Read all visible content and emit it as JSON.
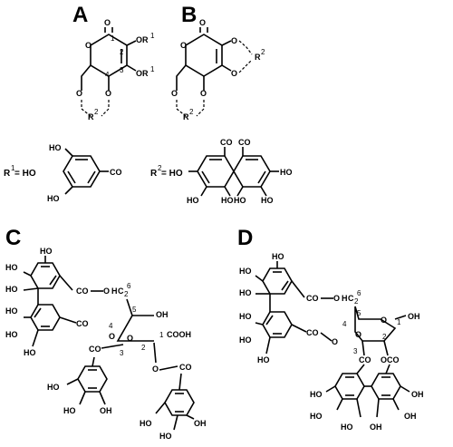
{
  "panels": {
    "A": "A",
    "B": "B",
    "C": "C",
    "D": "D"
  },
  "atoms": {
    "O": "O",
    "OR1": "OR",
    "sup1": "1",
    "R2": "R",
    "sup2": "2",
    "HO": "HO",
    "CO": "CO",
    "COOH": "COOH",
    "OH": "OH",
    "CH2": "H",
    "C": "C",
    "sub2": "2",
    "n1": "1",
    "n2": "2",
    "n3": "3",
    "n4": "4",
    "n5": "5",
    "n6": "6"
  },
  "definitions": {
    "r1_eq": "R",
    "r1_sup": "1",
    "r1_rest": " = HO",
    "r2_eq": "R",
    "r2_sup": "2",
    "r2_rest": " = HO"
  }
}
